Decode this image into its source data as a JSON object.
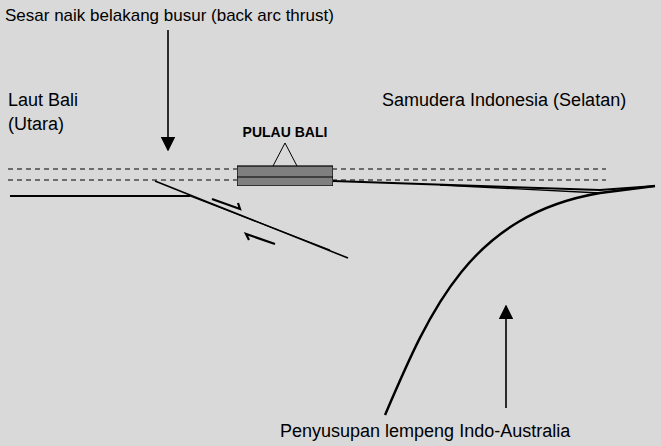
{
  "diagram": {
    "nodes": [
      {
        "text": [
          "PULAU BALI"
        ]
      }
    ],
    "labels": [
      "Sesar naik belakang busur (back arc thrust)",
      "Laut Bali (Utara)",
      "Samudera Indonesia (Selatan)",
      "Penyusupan lempeng Indo-Australia"
    ]
  }
}
